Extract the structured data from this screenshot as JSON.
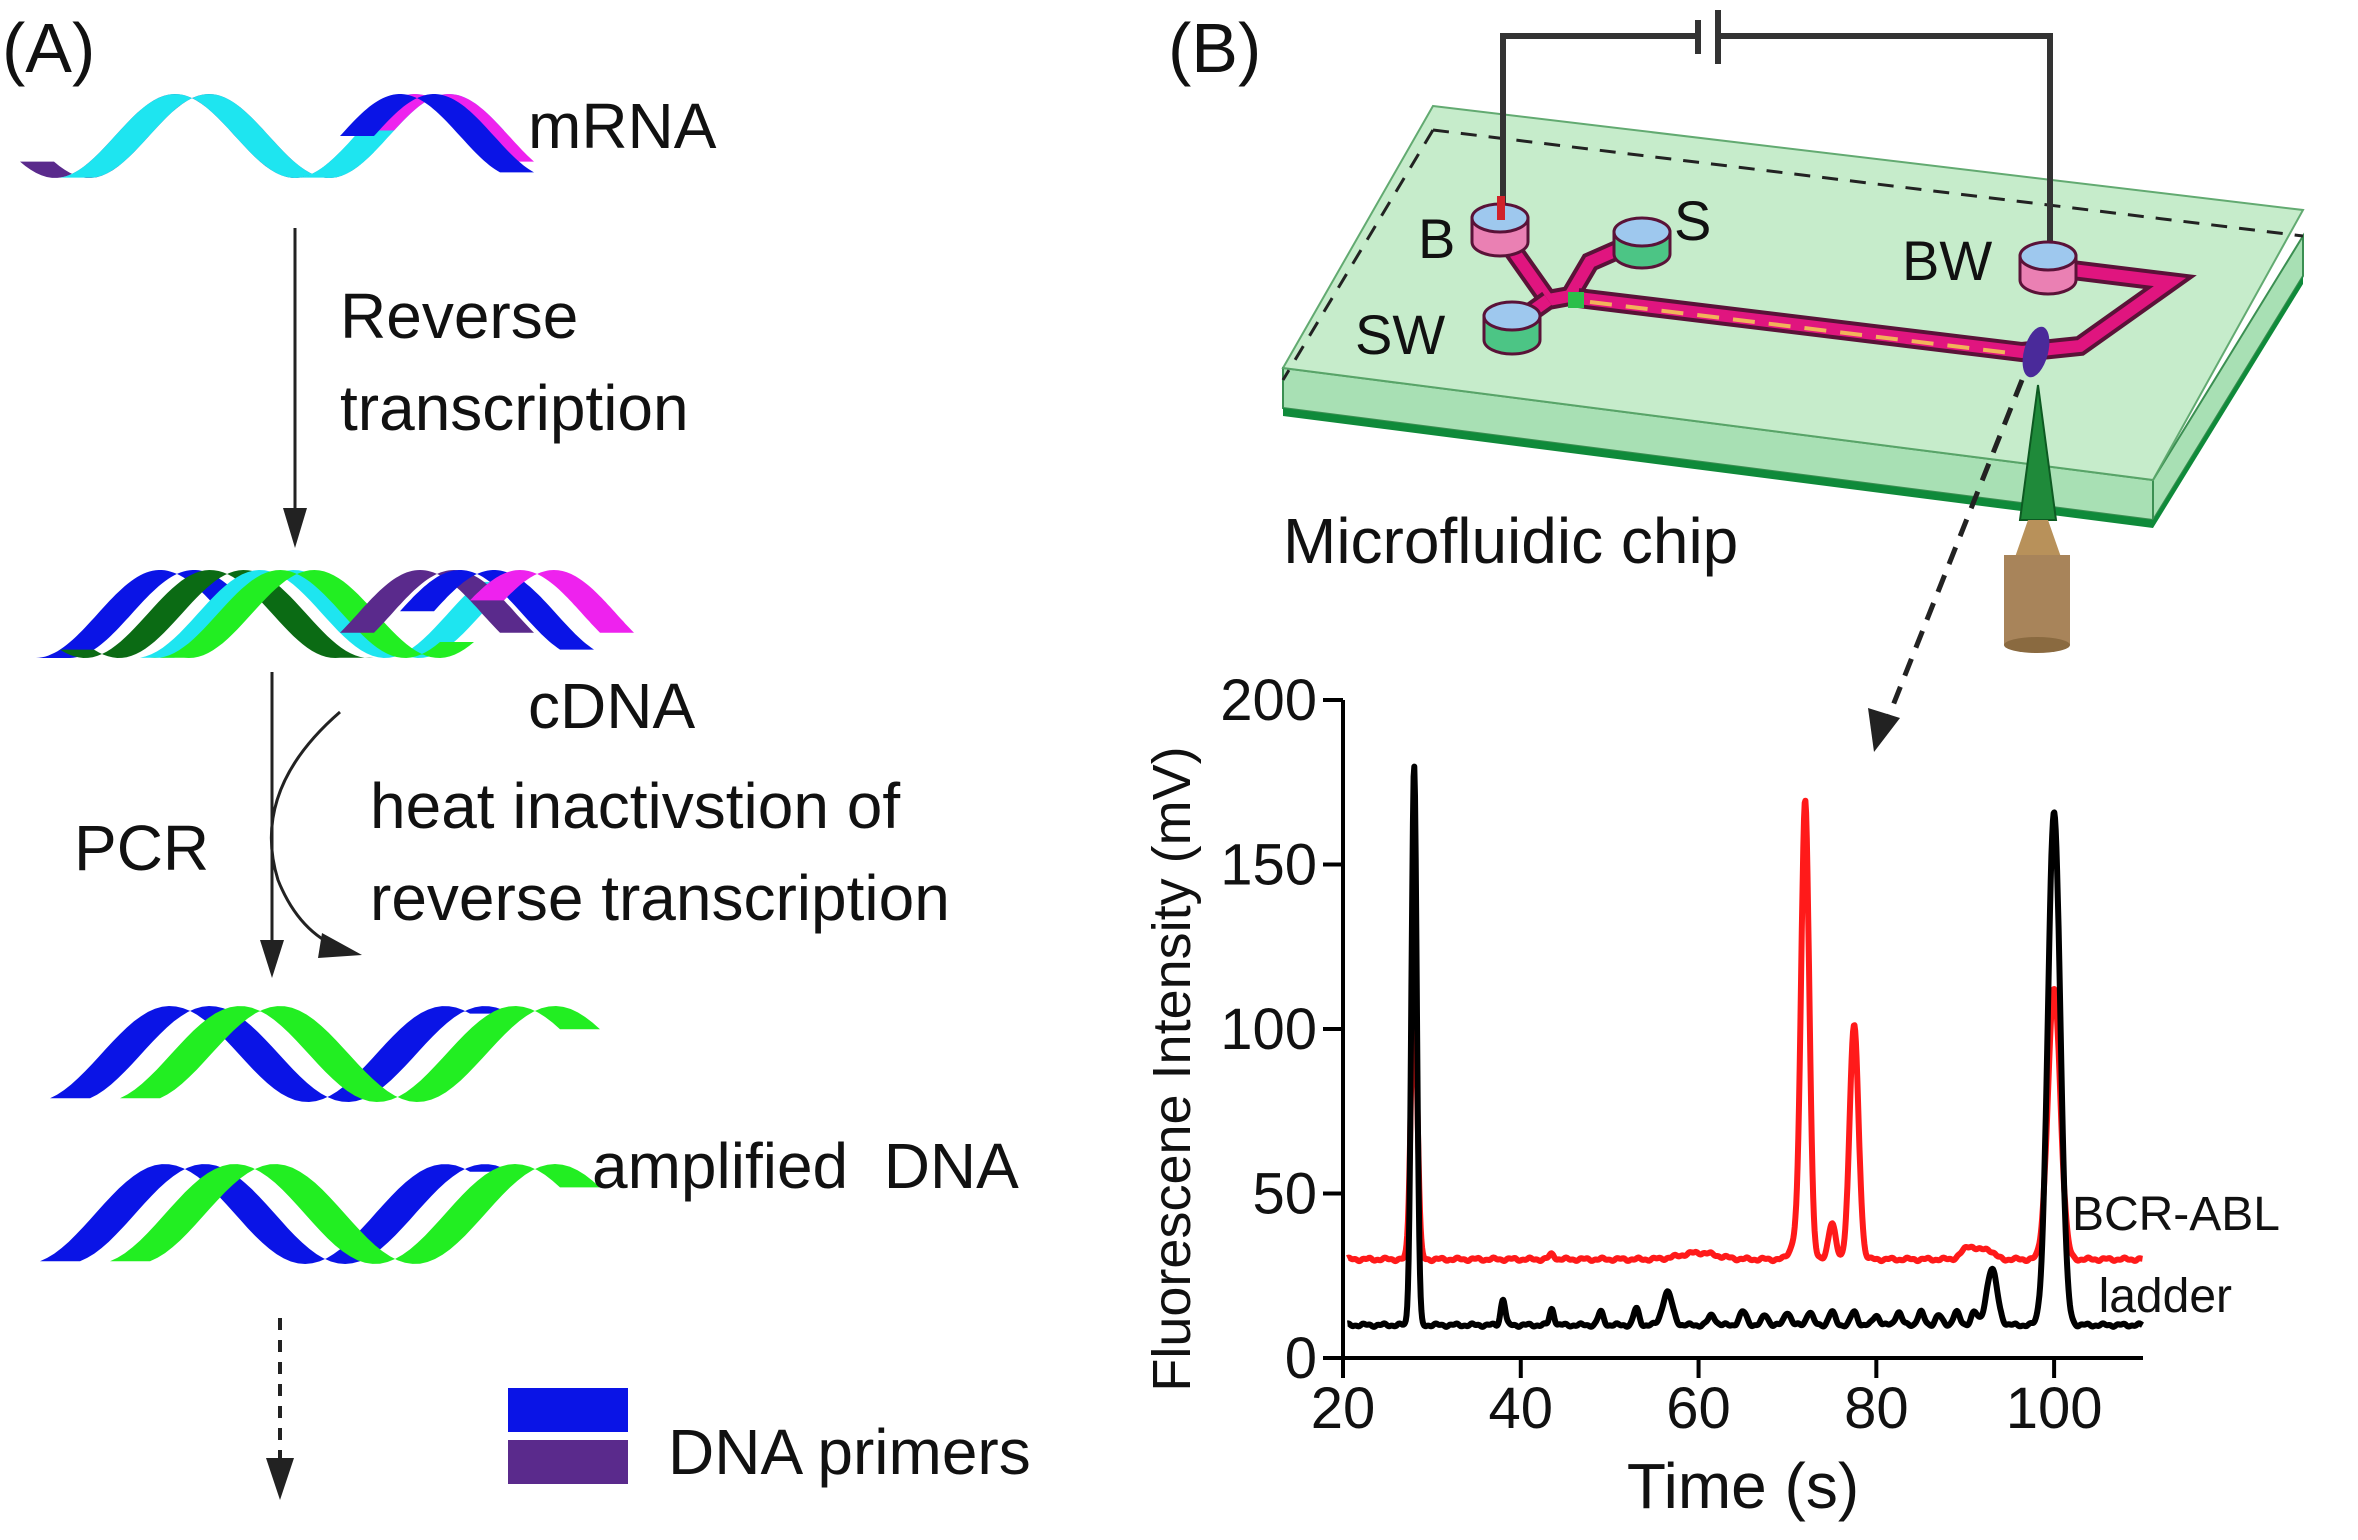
{
  "panel_a": {
    "label": "(A)",
    "mrna": "mRNA",
    "step1": "Reverse",
    "step1b": "transcription",
    "cdna": "cDNA",
    "pcr": "PCR",
    "heat1": "heat inactivstion of",
    "heat2": "reverse transcription",
    "amplified": "amplified  DNA",
    "legend_primers": "DNA primers"
  },
  "panel_b": {
    "label": "(B)",
    "chip_label": "Microfluidic chip",
    "port_b": "B",
    "port_s": "S",
    "port_sw": "SW",
    "port_bw": "BW"
  },
  "colors": {
    "cyan": "#1ee5f0",
    "blue": "#0a14e6",
    "purple": "#5a2a8c",
    "magenta": "#ee22ee",
    "green": "#22ee22",
    "darkgreen": "#0b6b14",
    "red": "#ff1a1a",
    "black": "#000000",
    "chip_fill": "#b8e8c0",
    "chip_edge": "#1a8a3a",
    "channel": "#e0157f"
  },
  "chart_data": {
    "type": "line",
    "xlabel": "Time (s)",
    "ylabel": "Fluorescene Intensity (mV)",
    "xlim": [
      20,
      110
    ],
    "ylim": [
      0,
      200
    ],
    "xticks": [
      20,
      40,
      60,
      80,
      100
    ],
    "yticks": [
      0,
      50,
      100,
      150,
      200
    ],
    "series": [
      {
        "name": "BCR-ABL",
        "color": "#ff1a1a",
        "baseline": 30,
        "peaks": [
          {
            "x": 28,
            "h": 84,
            "w": 0.35
          },
          {
            "x": 43.5,
            "h": 1.5,
            "w": 0.3
          },
          {
            "x": 60,
            "h": 2,
            "w": 2.0
          },
          {
            "x": 71,
            "h": 6,
            "w": 0.6
          },
          {
            "x": 72,
            "h": 138,
            "w": 0.45
          },
          {
            "x": 75,
            "h": 11,
            "w": 0.4
          },
          {
            "x": 77.5,
            "h": 71,
            "w": 0.5
          },
          {
            "x": 90.5,
            "h": 4,
            "w": 0.8
          },
          {
            "x": 92.5,
            "h": 3,
            "w": 0.7
          },
          {
            "x": 100,
            "h": 82,
            "w": 0.7
          }
        ]
      },
      {
        "name": "ladder",
        "color": "#000000",
        "baseline": 10,
        "peaks": [
          {
            "x": 28,
            "h": 170,
            "w": 0.3
          },
          {
            "x": 38,
            "h": 8,
            "w": 0.25
          },
          {
            "x": 43.5,
            "h": 5,
            "w": 0.25
          },
          {
            "x": 49,
            "h": 4,
            "w": 0.3
          },
          {
            "x": 53,
            "h": 5,
            "w": 0.3
          },
          {
            "x": 56.5,
            "h": 10,
            "w": 0.55
          },
          {
            "x": 61.5,
            "h": 3,
            "w": 0.4
          },
          {
            "x": 65,
            "h": 4,
            "w": 0.4
          },
          {
            "x": 67.5,
            "h": 3,
            "w": 0.35
          },
          {
            "x": 70,
            "h": 4,
            "w": 0.35
          },
          {
            "x": 72.5,
            "h": 4,
            "w": 0.35
          },
          {
            "x": 75,
            "h": 4,
            "w": 0.35
          },
          {
            "x": 77.5,
            "h": 4,
            "w": 0.35
          },
          {
            "x": 80,
            "h": 3,
            "w": 0.35
          },
          {
            "x": 82.5,
            "h": 4,
            "w": 0.35
          },
          {
            "x": 85,
            "h": 4,
            "w": 0.35
          },
          {
            "x": 87,
            "h": 3,
            "w": 0.35
          },
          {
            "x": 89,
            "h": 4,
            "w": 0.35
          },
          {
            "x": 91,
            "h": 4,
            "w": 0.35
          },
          {
            "x": 93,
            "h": 17,
            "w": 0.6
          },
          {
            "x": 100,
            "h": 156,
            "w": 0.7
          }
        ]
      }
    ]
  }
}
